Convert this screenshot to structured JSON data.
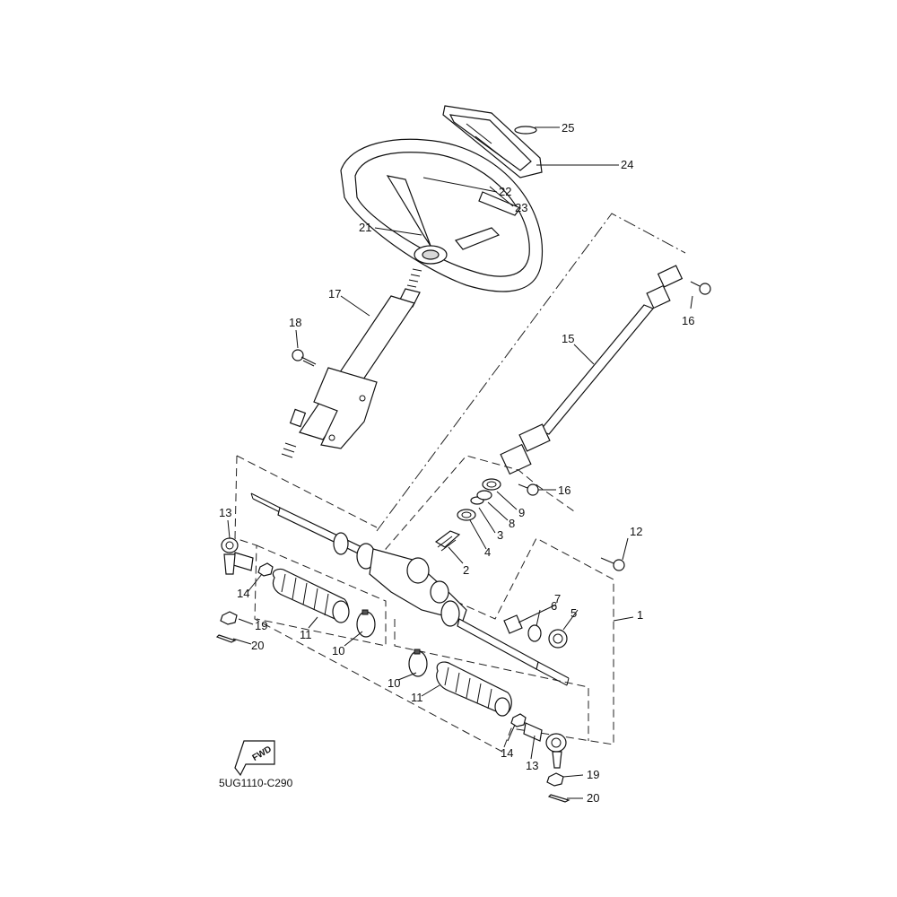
{
  "diagram_code": "5UG1110-C290",
  "fwd_label": "FWD",
  "callouts": [
    {
      "id": "c25",
      "text": "25"
    },
    {
      "id": "c24",
      "text": "24"
    },
    {
      "id": "c22",
      "text": "22"
    },
    {
      "id": "c23",
      "text": "23"
    },
    {
      "id": "c21",
      "text": "21"
    },
    {
      "id": "c17",
      "text": "17"
    },
    {
      "id": "c18",
      "text": "18"
    },
    {
      "id": "c16a",
      "text": "16"
    },
    {
      "id": "c15",
      "text": "15"
    },
    {
      "id": "c16b",
      "text": "16"
    },
    {
      "id": "c9",
      "text": "9"
    },
    {
      "id": "c8",
      "text": "8"
    },
    {
      "id": "c3",
      "text": "3"
    },
    {
      "id": "c4",
      "text": "4"
    },
    {
      "id": "c2",
      "text": "2"
    },
    {
      "id": "c12",
      "text": "12"
    },
    {
      "id": "c13a",
      "text": "13"
    },
    {
      "id": "c14a",
      "text": "14"
    },
    {
      "id": "c19a",
      "text": "19"
    },
    {
      "id": "c20a",
      "text": "20"
    },
    {
      "id": "c11a",
      "text": "11"
    },
    {
      "id": "c10a",
      "text": "10"
    },
    {
      "id": "c7",
      "text": "7"
    },
    {
      "id": "c6",
      "text": "6"
    },
    {
      "id": "c5",
      "text": "5"
    },
    {
      "id": "c1",
      "text": "1"
    },
    {
      "id": "c10b",
      "text": "10"
    },
    {
      "id": "c11b",
      "text": "11"
    },
    {
      "id": "c14b",
      "text": "14"
    },
    {
      "id": "c13b",
      "text": "13"
    },
    {
      "id": "c19b",
      "text": "19"
    },
    {
      "id": "c20b",
      "text": "20"
    }
  ]
}
